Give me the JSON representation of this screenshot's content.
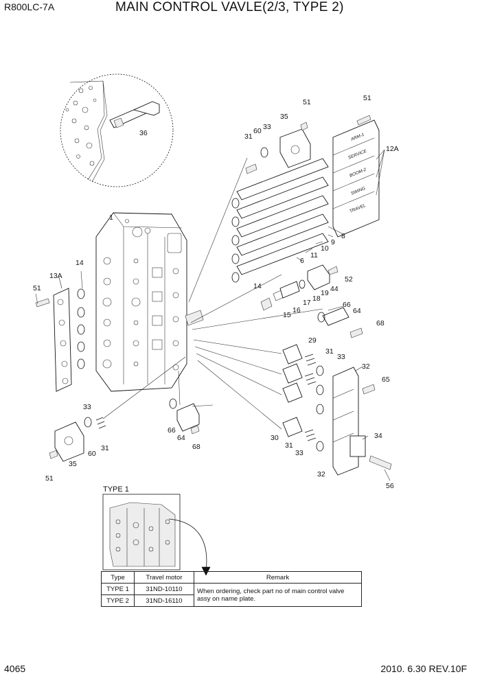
{
  "header": {
    "model": "R800LC-7A",
    "title": "MAIN CONTROL VAVLE(2/3, TYPE 2)"
  },
  "footer": {
    "page_number": "4065",
    "revision": "2010. 6.30  REV.10F"
  },
  "callouts": [
    "1",
    "6",
    "8",
    "9",
    "10",
    "11",
    "12A",
    "13A",
    "14",
    "15",
    "16",
    "17",
    "18",
    "19",
    "29",
    "30",
    "31",
    "32",
    "33",
    "34",
    "35",
    "36",
    "44",
    "51",
    "52",
    "56",
    "60",
    "64",
    "65",
    "66",
    "68"
  ],
  "spool_labels": [
    "ARM-1",
    "SERVICE",
    "BOOM-2",
    "SWING",
    "TRAVEL"
  ],
  "inset": {
    "label": "TYPE 1"
  },
  "type_table": {
    "headers": [
      "Type",
      "Travel motor",
      "Remark"
    ],
    "rows": [
      [
        "TYPE 1",
        "31ND-10110"
      ],
      [
        "TYPE 2",
        "31ND-16110"
      ]
    ],
    "remark": "When ordering, check part no of main control valve assy on name plate."
  }
}
